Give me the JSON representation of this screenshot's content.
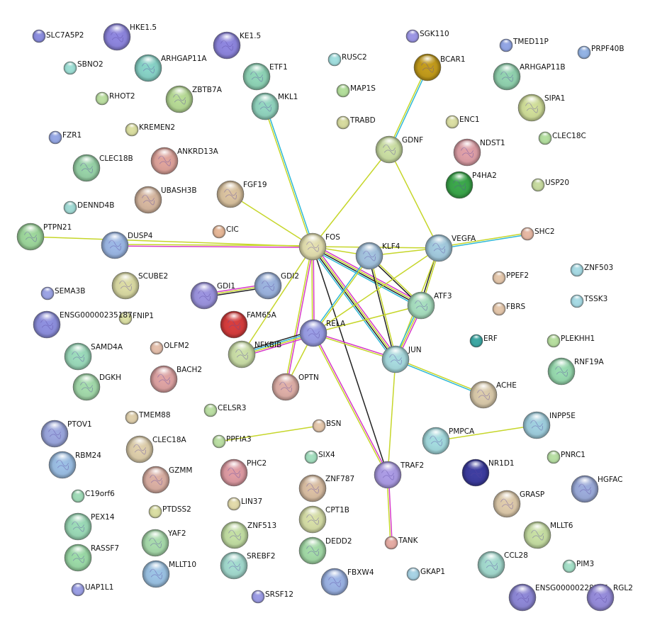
{
  "colors": {
    "coexpression": "#222222",
    "textmining": "#c6d62a",
    "database": "#2fb8d6",
    "experiment": "#d63ac8"
  },
  "nodes": {
    "SLC7A5P2": {
      "label": "SLC7A5P2",
      "color": "#8c8ee0"
    },
    "HKE1.5": {
      "label": "HKE1.5",
      "color": "#8e86e0"
    },
    "KE1.5": {
      "label": "KE1.5",
      "color": "#8e86e0"
    },
    "SGK110": {
      "label": "SGK110",
      "color": "#9c96e6"
    },
    "TMED11P": {
      "label": "TMED11P",
      "color": "#92a6e6"
    },
    "PRPF40B": {
      "label": "PRPF40B",
      "color": "#94b4e6"
    },
    "SBNO2": {
      "label": "SBNO2",
      "color": "#9ee0d6"
    },
    "ARHGAP11A": {
      "label": "ARHGAP11A",
      "color": "#88d4c8"
    },
    "RUSC2": {
      "label": "RUSC2",
      "color": "#a2e0e0"
    },
    "BCAR1": {
      "label": "BCAR1",
      "color": "#c49c1a"
    },
    "ARHGAP11B": {
      "label": "ARHGAP11B",
      "color": "#92d4b0"
    },
    "ETF1": {
      "label": "ETF1",
      "color": "#90d6b8"
    },
    "MAP1S": {
      "label": "MAP1S",
      "color": "#b4e09c"
    },
    "RHOT2": {
      "label": "RHOT2",
      "color": "#bce0a2"
    },
    "ZBTB7A": {
      "label": "ZBTB7A",
      "color": "#b8dc96"
    },
    "MKL1": {
      "label": "MKL1",
      "color": "#92d6c0"
    },
    "SIPA1": {
      "label": "SIPA1",
      "color": "#d2e09a"
    },
    "TRABD": {
      "label": "TRABD",
      "color": "#d8dca0"
    },
    "ENC1": {
      "label": "ENC1",
      "color": "#dce0a4"
    },
    "KREMEN2": {
      "label": "KREMEN2",
      "color": "#dce0a2"
    },
    "FZR1": {
      "label": "FZR1",
      "color": "#96a8e6"
    },
    "CLEC18C": {
      "label": "CLEC18C",
      "color": "#b4e0a0"
    },
    "GDNF": {
      "label": "GDNF",
      "color": "#cce0a4"
    },
    "NDST1": {
      "label": "NDST1",
      "color": "#e0a0a8"
    },
    "ANKRD13A": {
      "label": "ANKRD13A",
      "color": "#e0a49c"
    },
    "CLEC18B": {
      "label": "CLEC18B",
      "color": "#98d4a8"
    },
    "P4HA2": {
      "label": "P4HA2",
      "color": "#3aa84a"
    },
    "USP20": {
      "label": "USP20",
      "color": "#c8dca0"
    },
    "FGF19": {
      "label": "FGF19",
      "color": "#dcc4a0"
    },
    "UBASH3B": {
      "label": "UBASH3B",
      "color": "#d8b8a0"
    },
    "DENND4B": {
      "label": "DENND4B",
      "color": "#a2dcd6"
    },
    "PTPN21": {
      "label": "PTPN21",
      "color": "#9ed89c"
    },
    "CIC": {
      "label": "CIC",
      "color": "#e8b898"
    },
    "SHC2": {
      "label": "SHC2",
      "color": "#e8b8a4"
    },
    "FOS": {
      "label": "FOS",
      "color": "#e4e0b0"
    },
    "KLF4": {
      "label": "KLF4",
      "color": "#a4c4e0"
    },
    "VEGFA": {
      "label": "VEGFA",
      "color": "#a4cce0"
    },
    "DUSP4": {
      "label": "DUSP4",
      "color": "#9cb8e6"
    },
    "ZNF503": {
      "label": "ZNF503",
      "color": "#a8dce6"
    },
    "PPEF2": {
      "label": "PPEF2",
      "color": "#e6c8ac"
    },
    "SEMA3B": {
      "label": "SEMA3B",
      "color": "#9ca4e6"
    },
    "SCUBE2": {
      "label": "SCUBE2",
      "color": "#dcdca4"
    },
    "GDI1": {
      "label": "GDI1",
      "color": "#9c94e0"
    },
    "GDI2": {
      "label": "GDI2",
      "color": "#9cb4e0"
    },
    "TSSK3": {
      "label": "TSSK3",
      "color": "#a8dce6"
    },
    "ATF3": {
      "label": "ATF3",
      "color": "#a8e0c0"
    },
    "FNIP1": {
      "label": "FNIP1",
      "color": "#dce0a4"
    },
    "FBRS": {
      "label": "FBRS",
      "color": "#e6c8ac"
    },
    "ENSG00000235187": {
      "label": "ENSG00000235187",
      "color": "#8e90e0"
    },
    "FAM65A": {
      "label": "FAM65A",
      "color": "#d83c3c"
    },
    "RELA": {
      "label": "RELA",
      "color": "#9a9ee6"
    },
    "ERF": {
      "label": "ERF",
      "color": "#3ca8a4"
    },
    "PLEKHH1": {
      "label": "PLEKHH1",
      "color": "#b8e0a0"
    },
    "SAMD4A": {
      "label": "SAMD4A",
      "color": "#9cdcbc"
    },
    "OLFM2": {
      "label": "OLFM2",
      "color": "#e6c0ac"
    },
    "NFKBIB": {
      "label": "NFKBIB",
      "color": "#cce0a8"
    },
    "JUN": {
      "label": "JUN",
      "color": "#a8dce0"
    },
    "RNF19A": {
      "label": "RNF19A",
      "color": "#98dcb0"
    },
    "DGKH": {
      "label": "DGKH",
      "color": "#a4dcac"
    },
    "BACH2": {
      "label": "BACH2",
      "color": "#e0a4a4"
    },
    "OPTN": {
      "label": "OPTN",
      "color": "#e0b0a8"
    },
    "ACHE": {
      "label": "ACHE",
      "color": "#dcccac"
    },
    "TMEM88": {
      "label": "TMEM88",
      "color": "#e0d0ac"
    },
    "CELSR3": {
      "label": "CELSR3",
      "color": "#bce0a4"
    },
    "BSN": {
      "label": "BSN",
      "color": "#e6c8ac"
    },
    "PTOV1": {
      "label": "PTOV1",
      "color": "#9ca8e0"
    },
    "CLEC18A": {
      "label": "CLEC18A",
      "color": "#e0d0ac"
    },
    "PPFIA3": {
      "label": "PPFIA3",
      "color": "#bce0a4"
    },
    "INPP5E": {
      "label": "INPP5E",
      "color": "#a0d0e0"
    },
    "PMPCA": {
      "label": "PMPCA",
      "color": "#a4dce0"
    },
    "RBM24": {
      "label": "RBM24",
      "color": "#9cc0e6"
    },
    "SIX4": {
      "label": "SIX4",
      "color": "#a4e0c0"
    },
    "PNRC1": {
      "label": "PNRC1",
      "color": "#b8e0a4"
    },
    "NR1D1": {
      "label": "NR1D1",
      "color": "#3c3ca0"
    },
    "GZMM": {
      "label": "GZMM",
      "color": "#dcb0a4"
    },
    "PHC2": {
      "label": "PHC2",
      "color": "#e09ca4"
    },
    "ZNF787": {
      "label": "ZNF787",
      "color": "#dcc0a4"
    },
    "TRAF2": {
      "label": "TRAF2",
      "color": "#ac9ce6"
    },
    "HGFAC": {
      "label": "HGFAC",
      "color": "#9cacdc"
    },
    "C19orf6": {
      "label": "C19orf6",
      "color": "#a0dcb8"
    },
    "LIN37": {
      "label": "LIN37",
      "color": "#e4dcac"
    },
    "GRASP": {
      "label": "GRASP",
      "color": "#e0ccac"
    },
    "PEX14": {
      "label": "PEX14",
      "color": "#9cdcb8"
    },
    "PTDSS2": {
      "label": "PTDSS2",
      "color": "#dce0a4"
    },
    "CPT1B": {
      "label": "CPT1B",
      "color": "#d8e0a8"
    },
    "TANK": {
      "label": "TANK",
      "color": "#e6aca4"
    },
    "MLLT6": {
      "label": "MLLT6",
      "color": "#c8e0a4"
    },
    "YAF2": {
      "label": "YAF2",
      "color": "#a8dcac"
    },
    "ZNF513": {
      "label": "ZNF513",
      "color": "#c4e0a4"
    },
    "RASSF7": {
      "label": "RASSF7",
      "color": "#9cdca8"
    },
    "DEDD2": {
      "label": "DEDD2",
      "color": "#a4dca8"
    },
    "CCL28": {
      "label": "CCL28",
      "color": "#a4dcd0"
    },
    "PIM3": {
      "label": "PIM3",
      "color": "#a4e0c8"
    },
    "MLLT10": {
      "label": "MLLT10",
      "color": "#9cc4e6"
    },
    "SREBF2": {
      "label": "SREBF2",
      "color": "#a4dcd0"
    },
    "FBXW4": {
      "label": "FBXW4",
      "color": "#9cb4e6"
    },
    "GKAP1": {
      "label": "GKAP1",
      "color": "#a8d4e6"
    },
    "ENSG00000228736": {
      "label": "ENSG00000228736",
      "color": "#8e88d8"
    },
    "RGL2": {
      "label": "RGL2",
      "color": "#968cdc"
    },
    "UAP1L1": {
      "label": "UAP1L1",
      "color": "#9ca0e6"
    },
    "SRSF12": {
      "label": "SRSF12",
      "color": "#9c9ce6"
    }
  },
  "edges": [
    {
      "source": "FOS",
      "target": "MKL1",
      "types": [
        "textmining",
        "database"
      ]
    },
    {
      "source": "FOS",
      "target": "FGF19",
      "types": [
        "textmining"
      ]
    },
    {
      "source": "FOS",
      "target": "GDNF",
      "types": [
        "textmining"
      ]
    },
    {
      "source": "GDNF",
      "target": "BCAR1",
      "types": [
        "textmining",
        "database"
      ]
    },
    {
      "source": "GDNF",
      "target": "VEGFA",
      "types": [
        "textmining"
      ]
    },
    {
      "source": "FOS",
      "target": "PTPN21",
      "types": [
        "textmining"
      ]
    },
    {
      "source": "FOS",
      "target": "DUSP4",
      "types": [
        "experiment",
        "textmining"
      ]
    },
    {
      "source": "FOS",
      "target": "KLF4",
      "types": [
        "textmining"
      ]
    },
    {
      "source": "FOS",
      "target": "VEGFA",
      "types": [
        "textmining"
      ]
    },
    {
      "source": "FOS",
      "target": "ATF3",
      "types": [
        "experiment",
        "textmining",
        "coexpression",
        "database"
      ]
    },
    {
      "source": "FOS",
      "target": "JUN",
      "types": [
        "experiment",
        "textmining",
        "coexpression",
        "database"
      ]
    },
    {
      "source": "FOS",
      "target": "RELA",
      "types": [
        "experiment",
        "textmining"
      ]
    },
    {
      "source": "FOS",
      "target": "NFKBIB",
      "types": [
        "textmining"
      ]
    },
    {
      "source": "FOS",
      "target": "OPTN",
      "types": [
        "experiment",
        "textmining"
      ]
    },
    {
      "source": "FOS",
      "target": "TRAF2",
      "types": [
        "coexpression"
      ]
    },
    {
      "source": "KLF4",
      "target": "VEGFA",
      "types": [
        "textmining"
      ]
    },
    {
      "source": "KLF4",
      "target": "ATF3",
      "types": [
        "textmining",
        "coexpression"
      ]
    },
    {
      "source": "KLF4",
      "target": "JUN",
      "types": [
        "textmining",
        "coexpression"
      ]
    },
    {
      "source": "KLF4",
      "target": "RELA",
      "types": [
        "textmining",
        "database"
      ]
    },
    {
      "source": "VEGFA",
      "target": "SHC2",
      "types": [
        "textmining",
        "database"
      ]
    },
    {
      "source": "VEGFA",
      "target": "ATF3",
      "types": [
        "textmining",
        "coexpression"
      ]
    },
    {
      "source": "VEGFA",
      "target": "JUN",
      "types": [
        "textmining"
      ]
    },
    {
      "source": "VEGFA",
      "target": "RELA",
      "types": [
        "textmining"
      ]
    },
    {
      "source": "ATF3",
      "target": "JUN",
      "types": [
        "experiment",
        "textmining",
        "database"
      ]
    },
    {
      "source": "ATF3",
      "target": "RELA",
      "types": [
        "textmining"
      ]
    },
    {
      "source": "RELA",
      "target": "JUN",
      "types": [
        "experiment",
        "textmining"
      ]
    },
    {
      "source": "RELA",
      "target": "NFKBIB",
      "types": [
        "experiment",
        "textmining",
        "database",
        "coexpression"
      ]
    },
    {
      "source": "RELA",
      "target": "OPTN",
      "types": [
        "textmining"
      ]
    },
    {
      "source": "RELA",
      "target": "TRAF2",
      "types": [
        "experiment",
        "textmining"
      ]
    },
    {
      "source": "JUN",
      "target": "ACHE",
      "types": [
        "textmining",
        "database"
      ]
    },
    {
      "source": "JUN",
      "target": "TRAF2",
      "types": [
        "textmining"
      ]
    },
    {
      "source": "TRAF2",
      "target": "TANK",
      "types": [
        "experiment",
        "textmining"
      ]
    },
    {
      "source": "GDI1",
      "target": "GDI2",
      "types": [
        "experiment",
        "textmining",
        "coexpression"
      ]
    },
    {
      "source": "PPFIA3",
      "target": "BSN",
      "types": [
        "textmining"
      ]
    },
    {
      "source": "PMPCA",
      "target": "INPP5E",
      "types": [
        "textmining"
      ]
    }
  ]
}
